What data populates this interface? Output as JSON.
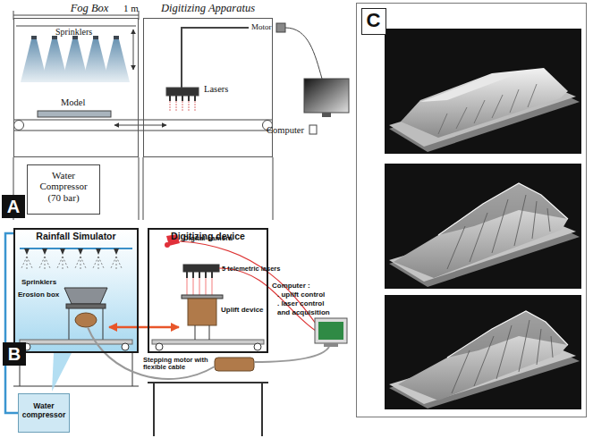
{
  "diagram": {
    "nodes": [
      {
        "text": [
          "Fog Box"
        ]
      },
      {
        "text": [
          "Digitizing Apparatus"
        ]
      },
      {
        "text": [
          "C"
        ]
      },
      {
        "text": [
          "Water Compressor (70 bar)"
        ]
      },
      {
        "text": [
          "A"
        ]
      },
      {
        "text": [
          "Rainfall Simulator"
        ]
      },
      {
        "text": [
          "Digitizing device"
        ]
      },
      {
        "text": [
          "B"
        ]
      },
      {
        "text": [
          "Water compressor"
        ]
      }
    ],
    "edges": [
      {
        "from": 8,
        "to": 5,
        "arrow": "none"
      }
    ],
    "labels": [
      "1 m",
      "Sprinklers",
      "Model",
      "Lasers",
      "Motor",
      "Computer",
      "Digital camera",
      "5 telemetric lasers",
      "Sprinklers",
      "Erosion box",
      "Computer :",
      ". uplift control",
      ". laser control",
      "and acquisition",
      "Uplift device",
      "Stepping motor with flexible cable"
    ]
  }
}
